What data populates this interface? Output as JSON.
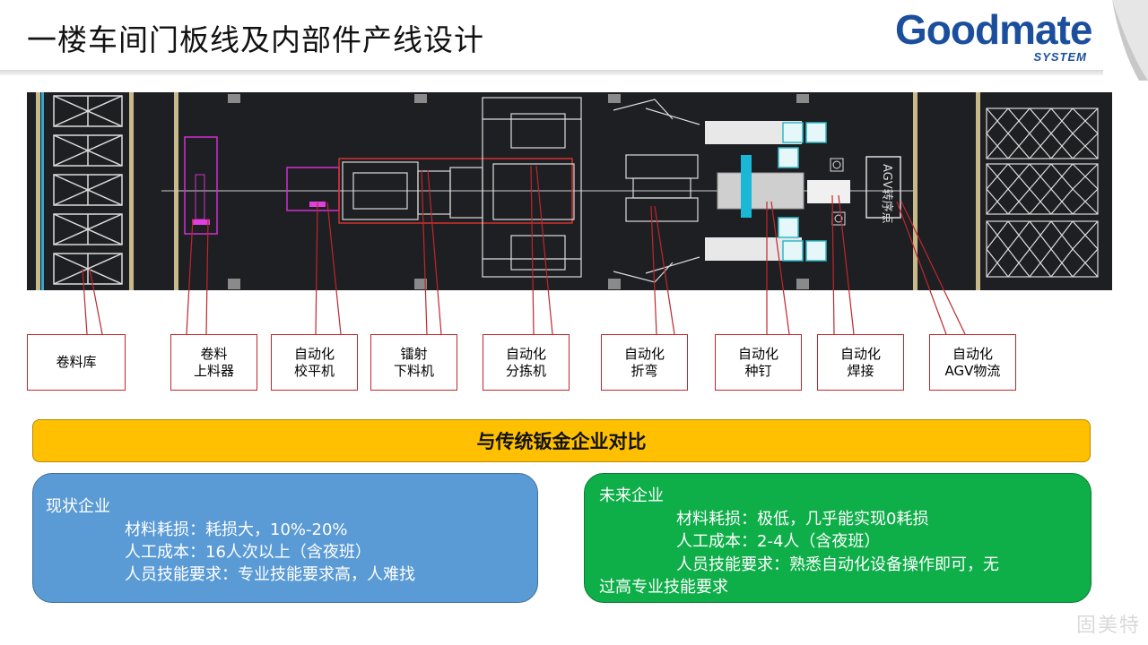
{
  "header": {
    "title": "一楼车间门板线及内部件产线设计",
    "logo_text": "Goodmate",
    "logo_sub": "SYSTEM"
  },
  "cad": {
    "agv_label": "AGV转序点"
  },
  "callouts": [
    "卷料库",
    "卷料\n上料器",
    "自动化\n校平机",
    "镭射\n下料机",
    "自动化\n分拣机",
    "自动化\n折弯",
    "自动化\n种钉",
    "自动化\n焊接",
    "自动化\nAGV物流"
  ],
  "compare": {
    "banner": "与传统钣金企业对比",
    "current": {
      "head": "现状企业",
      "lines": [
        "材料耗损：耗损大，10%-20%",
        "人工成本：16人次以上（含夜班）",
        "人员技能要求：专业技能要求高，人难找"
      ]
    },
    "future": {
      "head": "未来企业",
      "lines": [
        "材料耗损：极低，几乎能实现0耗损",
        "人工成本：2-4人（含夜班）",
        "人员技能要求：熟悉自动化设备操作即可，无",
        "过高专业技能要求"
      ]
    }
  },
  "watermark": "固美特",
  "colors": {
    "banner": "#fec000",
    "current_panel": "#5b9bd5",
    "future_panel": "#0eae49",
    "callout_border": "#c0262c"
  }
}
